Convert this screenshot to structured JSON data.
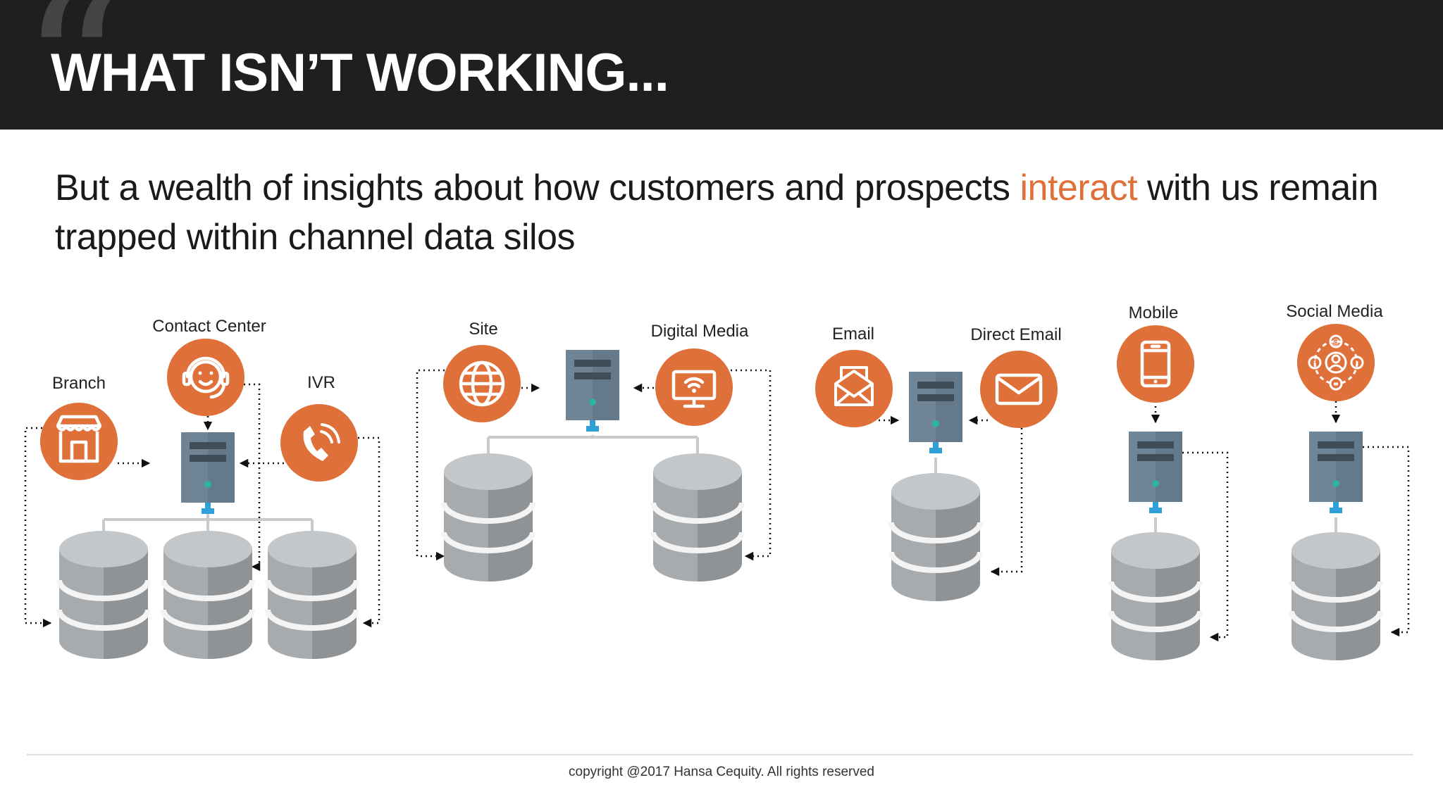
{
  "header": {
    "title": "WHAT ISN’T WORKING..."
  },
  "subtitle": {
    "before": "But a wealth of insights about how customers and prospects ",
    "highlight": "interact",
    "after": " with us remain trapped within channel data silos"
  },
  "channels": {
    "branch": "Branch",
    "contact_center": "Contact Center",
    "ivr": "IVR",
    "site": "Site",
    "digital_media": "Digital Media",
    "email": "Email",
    "direct_email": "Direct Email",
    "mobile": "Mobile",
    "social_media": "Social Media"
  },
  "icons": {
    "branch": "storefront-icon",
    "contact_center": "headset-agent-icon",
    "ivr": "phone-icon",
    "site": "globe-icon",
    "digital_media": "monitor-wifi-icon",
    "email": "open-envelope-icon",
    "direct_email": "envelope-icon",
    "mobile": "smartphone-icon",
    "social_media": "social-network-icon"
  },
  "colors": {
    "accent": "#e0703a",
    "header_bg": "#1f1f1f",
    "server": "#6f8595",
    "database": "#a7abae",
    "server_led": "#2bb3a3",
    "connector": "#2fa0d8"
  },
  "footer": {
    "copyright": "copyright @2017 Hansa Cequity. All rights reserved"
  }
}
